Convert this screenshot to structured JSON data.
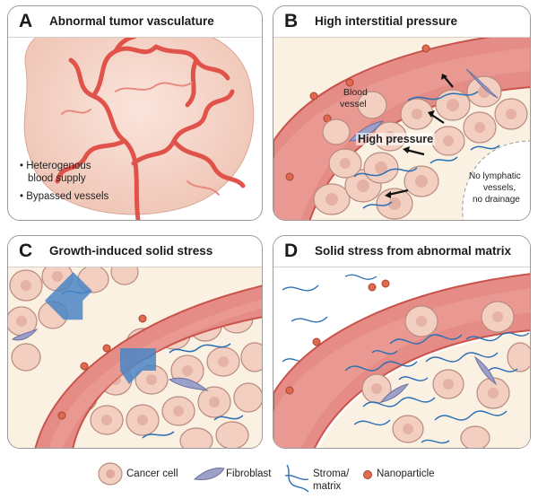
{
  "panels": {
    "a": {
      "letter": "A",
      "title": "Abnormal tumor vasculature",
      "bullet_1": "• Heterogenous",
      "bullet_1b": "blood supply",
      "bullet_2": "• Bypassed vessels"
    },
    "b": {
      "letter": "B",
      "title": "High interstitial pressure",
      "blood_vessel_1": "Blood",
      "blood_vessel_2": "vessel",
      "high_pressure": "High pressure",
      "lymph_1": "No lymphatic",
      "lymph_2": "vessels,",
      "lymph_3": "no drainage"
    },
    "c": {
      "letter": "C",
      "title": "Growth-induced solid stress"
    },
    "d": {
      "letter": "D",
      "title": "Solid stress from abnormal matrix"
    }
  },
  "legend": {
    "cancer_cell": "Cancer cell",
    "fibroblast": "Fibroblast",
    "stroma_1": "Stroma/",
    "stroma_2": "matrix",
    "nanoparticle": "Nanoparticle"
  },
  "colors": {
    "vessel": "#e58c86",
    "vessel_dark": "#c9534c",
    "cell": "#f2cfc0",
    "cell_edge": "#b98a7e",
    "nucleus": "#e0a79c",
    "fibroblast": "#9aa0c8",
    "stroma": "#2a6fb4",
    "arrow_blue": "#4a85c4",
    "tissue": "#fbf1e2"
  },
  "icons": [
    "cancer-cell-icon",
    "fibroblast-icon",
    "stroma-icon",
    "nanoparticle-icon"
  ]
}
